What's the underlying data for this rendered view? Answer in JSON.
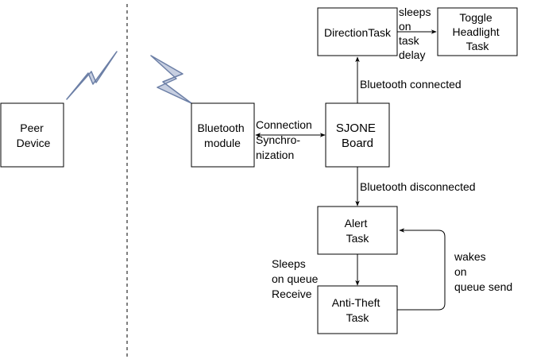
{
  "colors": {
    "line": "#000000",
    "node_fill": "#ffffff",
    "signal_fill": "#c7cfe1",
    "signal_stroke": "#6c7fa6"
  },
  "nodes": {
    "peer": [
      "Peer",
      "Device"
    ],
    "bluetooth": [
      "Bluetooth",
      "module"
    ],
    "sjone": [
      "SJONE",
      "Board"
    ],
    "direction": [
      "DirectionTask"
    ],
    "toggle": [
      "Toggle",
      "Headlight",
      "Task"
    ],
    "alert": [
      "Alert",
      "Task"
    ],
    "antitheft": [
      "Anti-Theft",
      "Task"
    ]
  },
  "edge_labels": {
    "sync": [
      "Connection",
      "Synchro-",
      "nization"
    ],
    "sleeps_delay": [
      "sleeps",
      "on",
      "task",
      "delay"
    ],
    "bt_connected": [
      "Bluetooth connected"
    ],
    "bt_disconnected": [
      "Bluetooth disconnected"
    ],
    "sleeps_queue": [
      "Sleeps",
      "on queue",
      "Receive"
    ],
    "wakes": [
      "wakes",
      "on",
      "queue send"
    ]
  },
  "icons": {
    "signal_left": "lightning-bolt-icon",
    "signal_right": "lightning-bolt-icon"
  }
}
